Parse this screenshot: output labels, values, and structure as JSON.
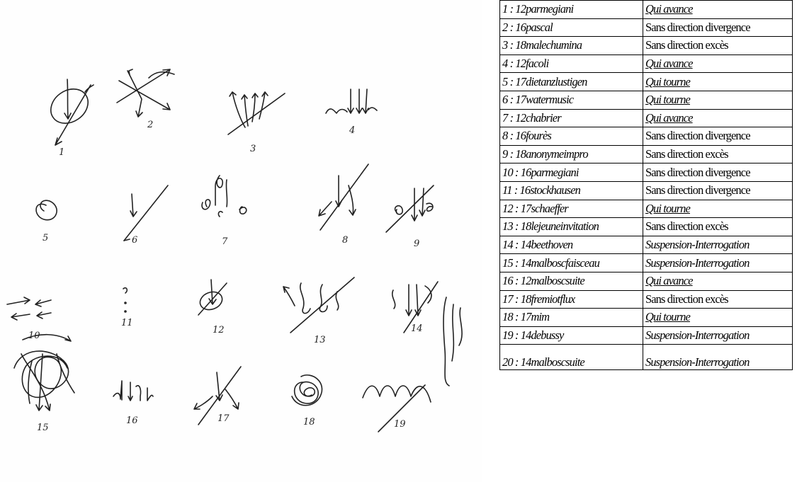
{
  "sketch_labels": [
    "1",
    "2",
    "3",
    "4",
    "5",
    "6",
    "7",
    "8",
    "9",
    "10",
    "11",
    "12",
    "13",
    "14",
    "15",
    "16",
    "17",
    "18",
    "19"
  ],
  "table": {
    "rows": [
      {
        "id": "1 : 12parmegiani",
        "category": "Qui avance",
        "style": "underline"
      },
      {
        "id": "2 : 16pascal",
        "category": "Sans direction divergence",
        "style": "upright"
      },
      {
        "id": "3 : 18malechumina",
        "category": "Sans direction excès",
        "style": "upright"
      },
      {
        "id": "4 : 12facoli",
        "category": "Qui avance",
        "style": "underline"
      },
      {
        "id": "5 : 17dietanzlustigen",
        "category": "Qui tourne",
        "style": "underline"
      },
      {
        "id": "6 : 17watermusic",
        "category": "Qui tourne",
        "style": "underline"
      },
      {
        "id": "7 : 12chabrier",
        "category": "Qui avance",
        "style": "underline"
      },
      {
        "id": "8 : 16fourès",
        "category": "Sans direction divergence",
        "style": "upright"
      },
      {
        "id": "9 : 18anonymeimpro",
        "category": "Sans direction excès",
        "style": "upright"
      },
      {
        "id": "10 : 16parmegiani",
        "category": "Sans direction divergence",
        "style": "upright"
      },
      {
        "id": "11 : 16stockhausen",
        "category": "Sans direction divergence",
        "style": "upright"
      },
      {
        "id": "12 : 17schaeffer",
        "category": "Qui tourne",
        "style": "underline"
      },
      {
        "id": "13 : 18lejeuneinvitation",
        "category": "Sans direction excès",
        "style": "upright"
      },
      {
        "id": "14 : 14beethoven",
        "category": "Suspension-Interrogation",
        "style": "italic"
      },
      {
        "id": "15 : 14malboscfaisceau",
        "category": "Suspension-Interrogation",
        "style": "italic"
      },
      {
        "id": "16 : 12malboscsuite",
        "category": "Qui avance",
        "style": "underline"
      },
      {
        "id": "17 : 18fremiotflux",
        "category": "Sans direction excès",
        "style": "upright"
      },
      {
        "id": "18 : 17mim",
        "category": "Qui tourne",
        "style": "underline"
      },
      {
        "id": "19 : 14debussy",
        "category": "Suspension-Interrogation",
        "style": "italic"
      },
      {
        "id": "20 : 14malboscsuite",
        "category": "Suspension-Interrogation",
        "style": "italic"
      }
    ]
  }
}
